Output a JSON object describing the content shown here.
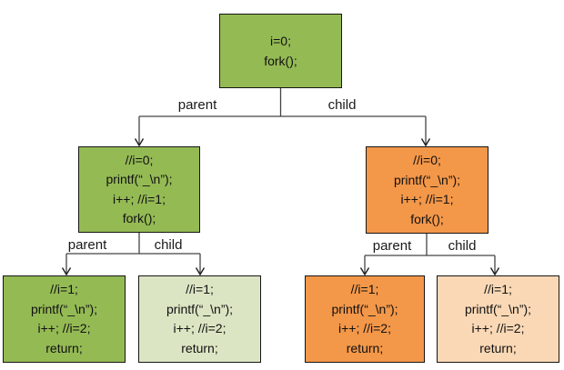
{
  "diagram": {
    "colors": {
      "green_fill": "#94BA54",
      "light_green_fill": "#DBE5C3",
      "orange_fill": "#F39749",
      "peach_fill": "#FAD8B5",
      "box_border": "#161616",
      "connector": "#444444",
      "arrowhead": "#1f1f1f",
      "text": "#111111"
    },
    "edge_labels": {
      "parent": "parent",
      "child": "child"
    },
    "nodes": {
      "root": {
        "lines": [
          "i=0;",
          "fork();"
        ]
      },
      "level1_parent": {
        "lines": [
          "//i=0;",
          "printf(“_\\n”);",
          "i++; //i=1;",
          "fork();"
        ]
      },
      "level1_child": {
        "lines": [
          "//i=0;",
          "printf(“_\\n”);",
          "i++; //i=1;",
          "fork();"
        ]
      },
      "level2_parent_parent": {
        "lines": [
          "//i=1;",
          "printf(“_\\n”);",
          "i++; //i=2;",
          "return;"
        ]
      },
      "level2_parent_child": {
        "lines": [
          "//i=1;",
          "printf(“_\\n”);",
          "i++; //i=2;",
          "return;"
        ]
      },
      "level2_child_parent": {
        "lines": [
          "//i=1;",
          "printf(“_\\n”);",
          "i++; //i=2;",
          "return;"
        ]
      },
      "level2_child_child": {
        "lines": [
          "//i=1;",
          "printf(“_\\n”);",
          "i++; //i=2;",
          "return;"
        ]
      }
    }
  }
}
